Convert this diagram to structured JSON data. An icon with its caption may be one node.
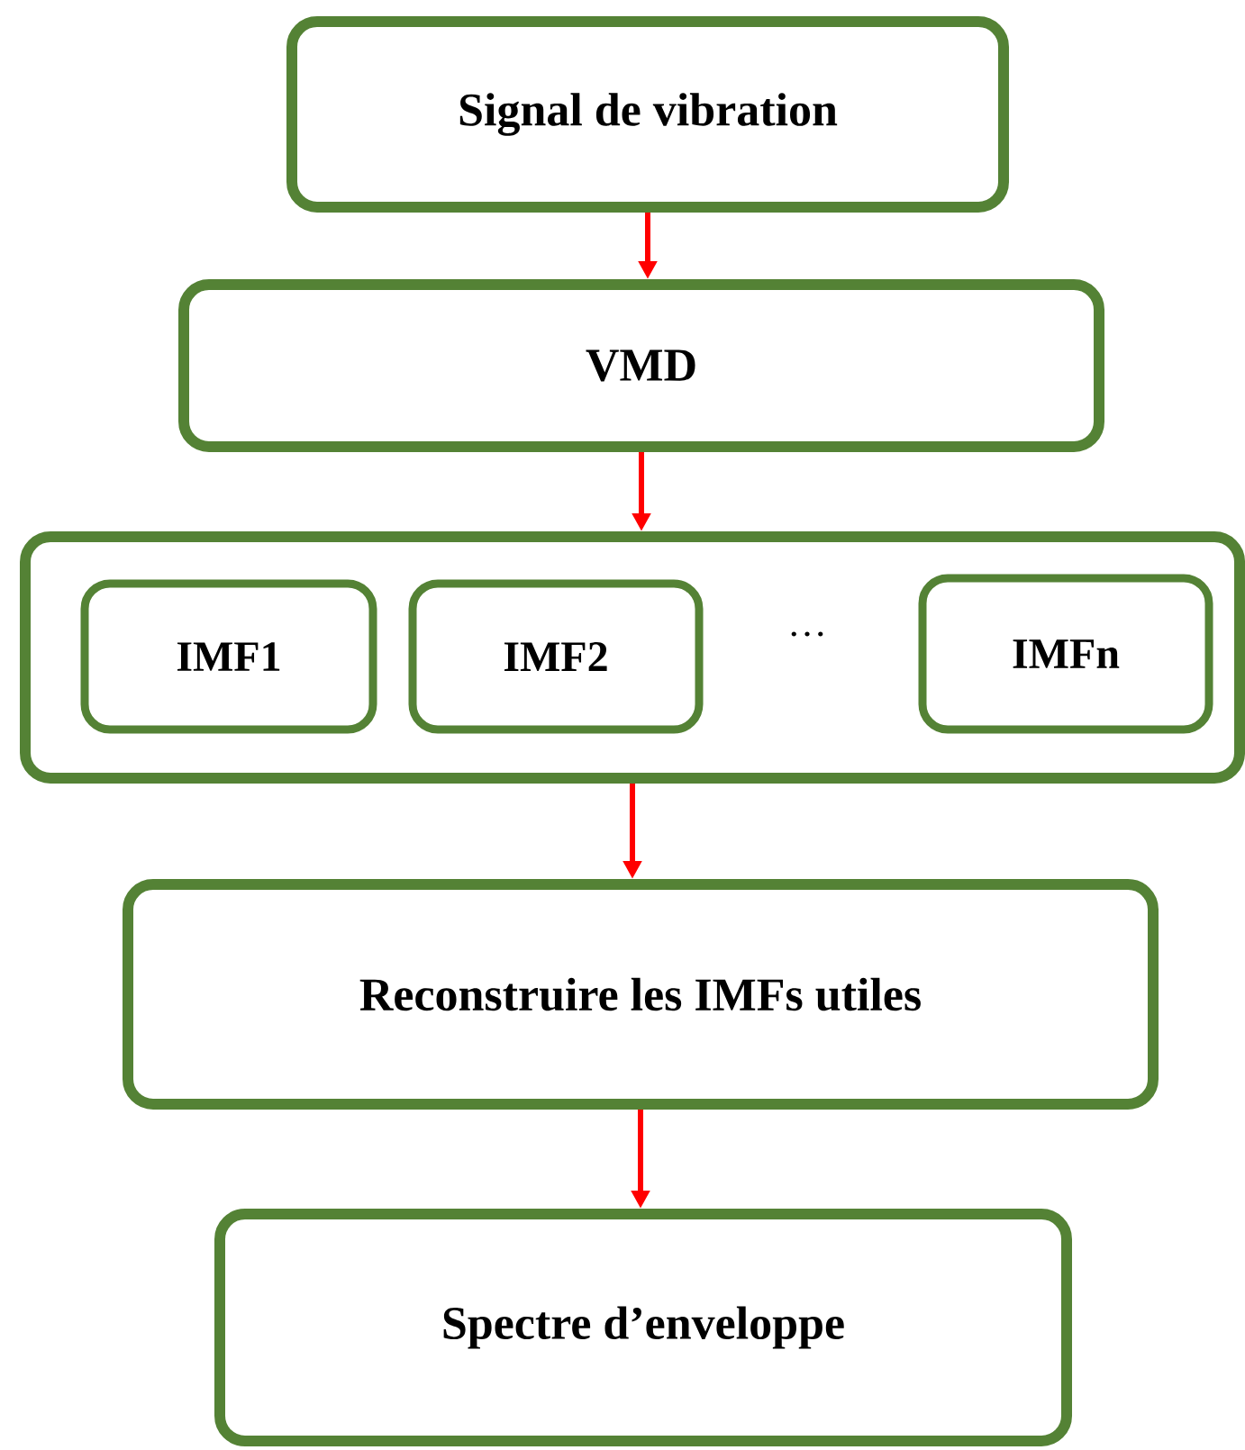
{
  "diagram": {
    "nodes": [
      {
        "text": [
          "Signal de vibration"
        ]
      },
      {
        "text": [
          "VMD"
        ]
      },
      {
        "text": [],
        "shape": "box"
      },
      {
        "text": [
          "IMF1"
        ],
        "in": 2
      },
      {
        "text": [
          "IMF2"
        ],
        "in": 2
      },
      {
        "text": [
          "IMFn"
        ],
        "in": 2
      },
      {
        "text": [
          "Reconstruire les IMFs utiles"
        ]
      },
      {
        "text": [
          "Spectre d’enveloppe"
        ]
      }
    ],
    "edges": [
      {
        "from": 0,
        "to": 1,
        "arrow": "to"
      },
      {
        "from": 1,
        "to": 2,
        "arrow": "to"
      },
      {
        "from": 2,
        "to": 6,
        "arrow": "to"
      },
      {
        "from": 6,
        "to": 7,
        "arrow": "to"
      }
    ],
    "labels": [
      "…"
    ]
  }
}
